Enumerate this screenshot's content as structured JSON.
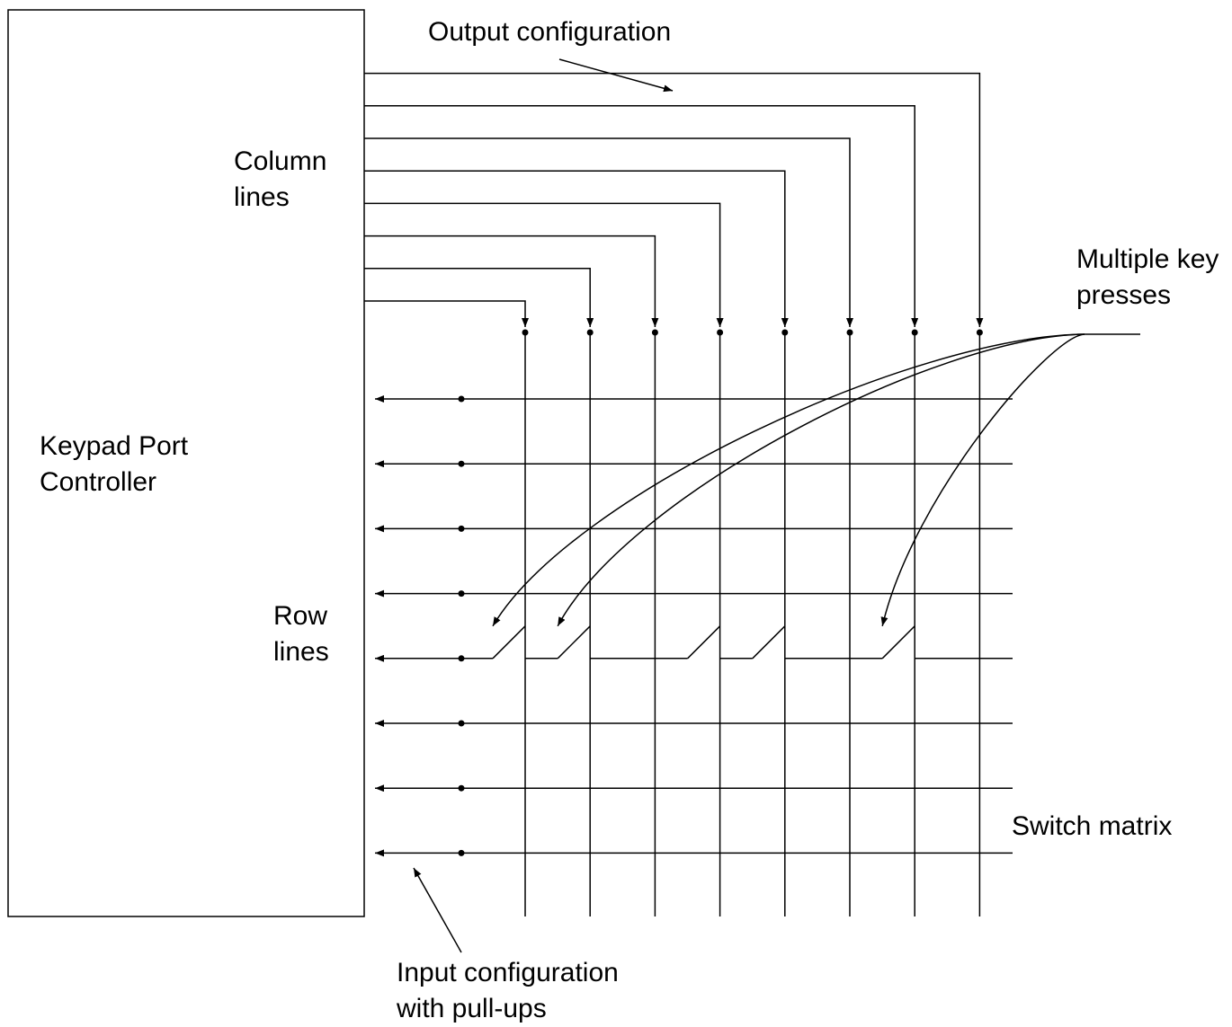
{
  "controller": {
    "line1": "Keypad Port",
    "line2": "Controller"
  },
  "labels": {
    "output_configuration": "Output configuration",
    "column_lines_1": "Column",
    "column_lines_2": "lines",
    "row_lines_1": "Row",
    "row_lines_2": "lines",
    "multiple_key_1": "Multiple key",
    "multiple_key_2": "presses",
    "switch_matrix": "Switch matrix",
    "input_configuration_1": "Input configuration",
    "input_configuration_2": "with pull-ups"
  },
  "matrix": {
    "column_count": 8,
    "row_count": 8,
    "pressed_keys": [
      {
        "row": 5,
        "column": 1
      },
      {
        "row": 5,
        "column": 2
      },
      {
        "row": 5,
        "column": 4
      },
      {
        "row": 5,
        "column": 5
      },
      {
        "row": 5,
        "column": 7
      }
    ],
    "highlighted_presses": [
      1,
      2,
      5
    ]
  },
  "colors": {
    "line": "#000000",
    "background": "#ffffff"
  }
}
